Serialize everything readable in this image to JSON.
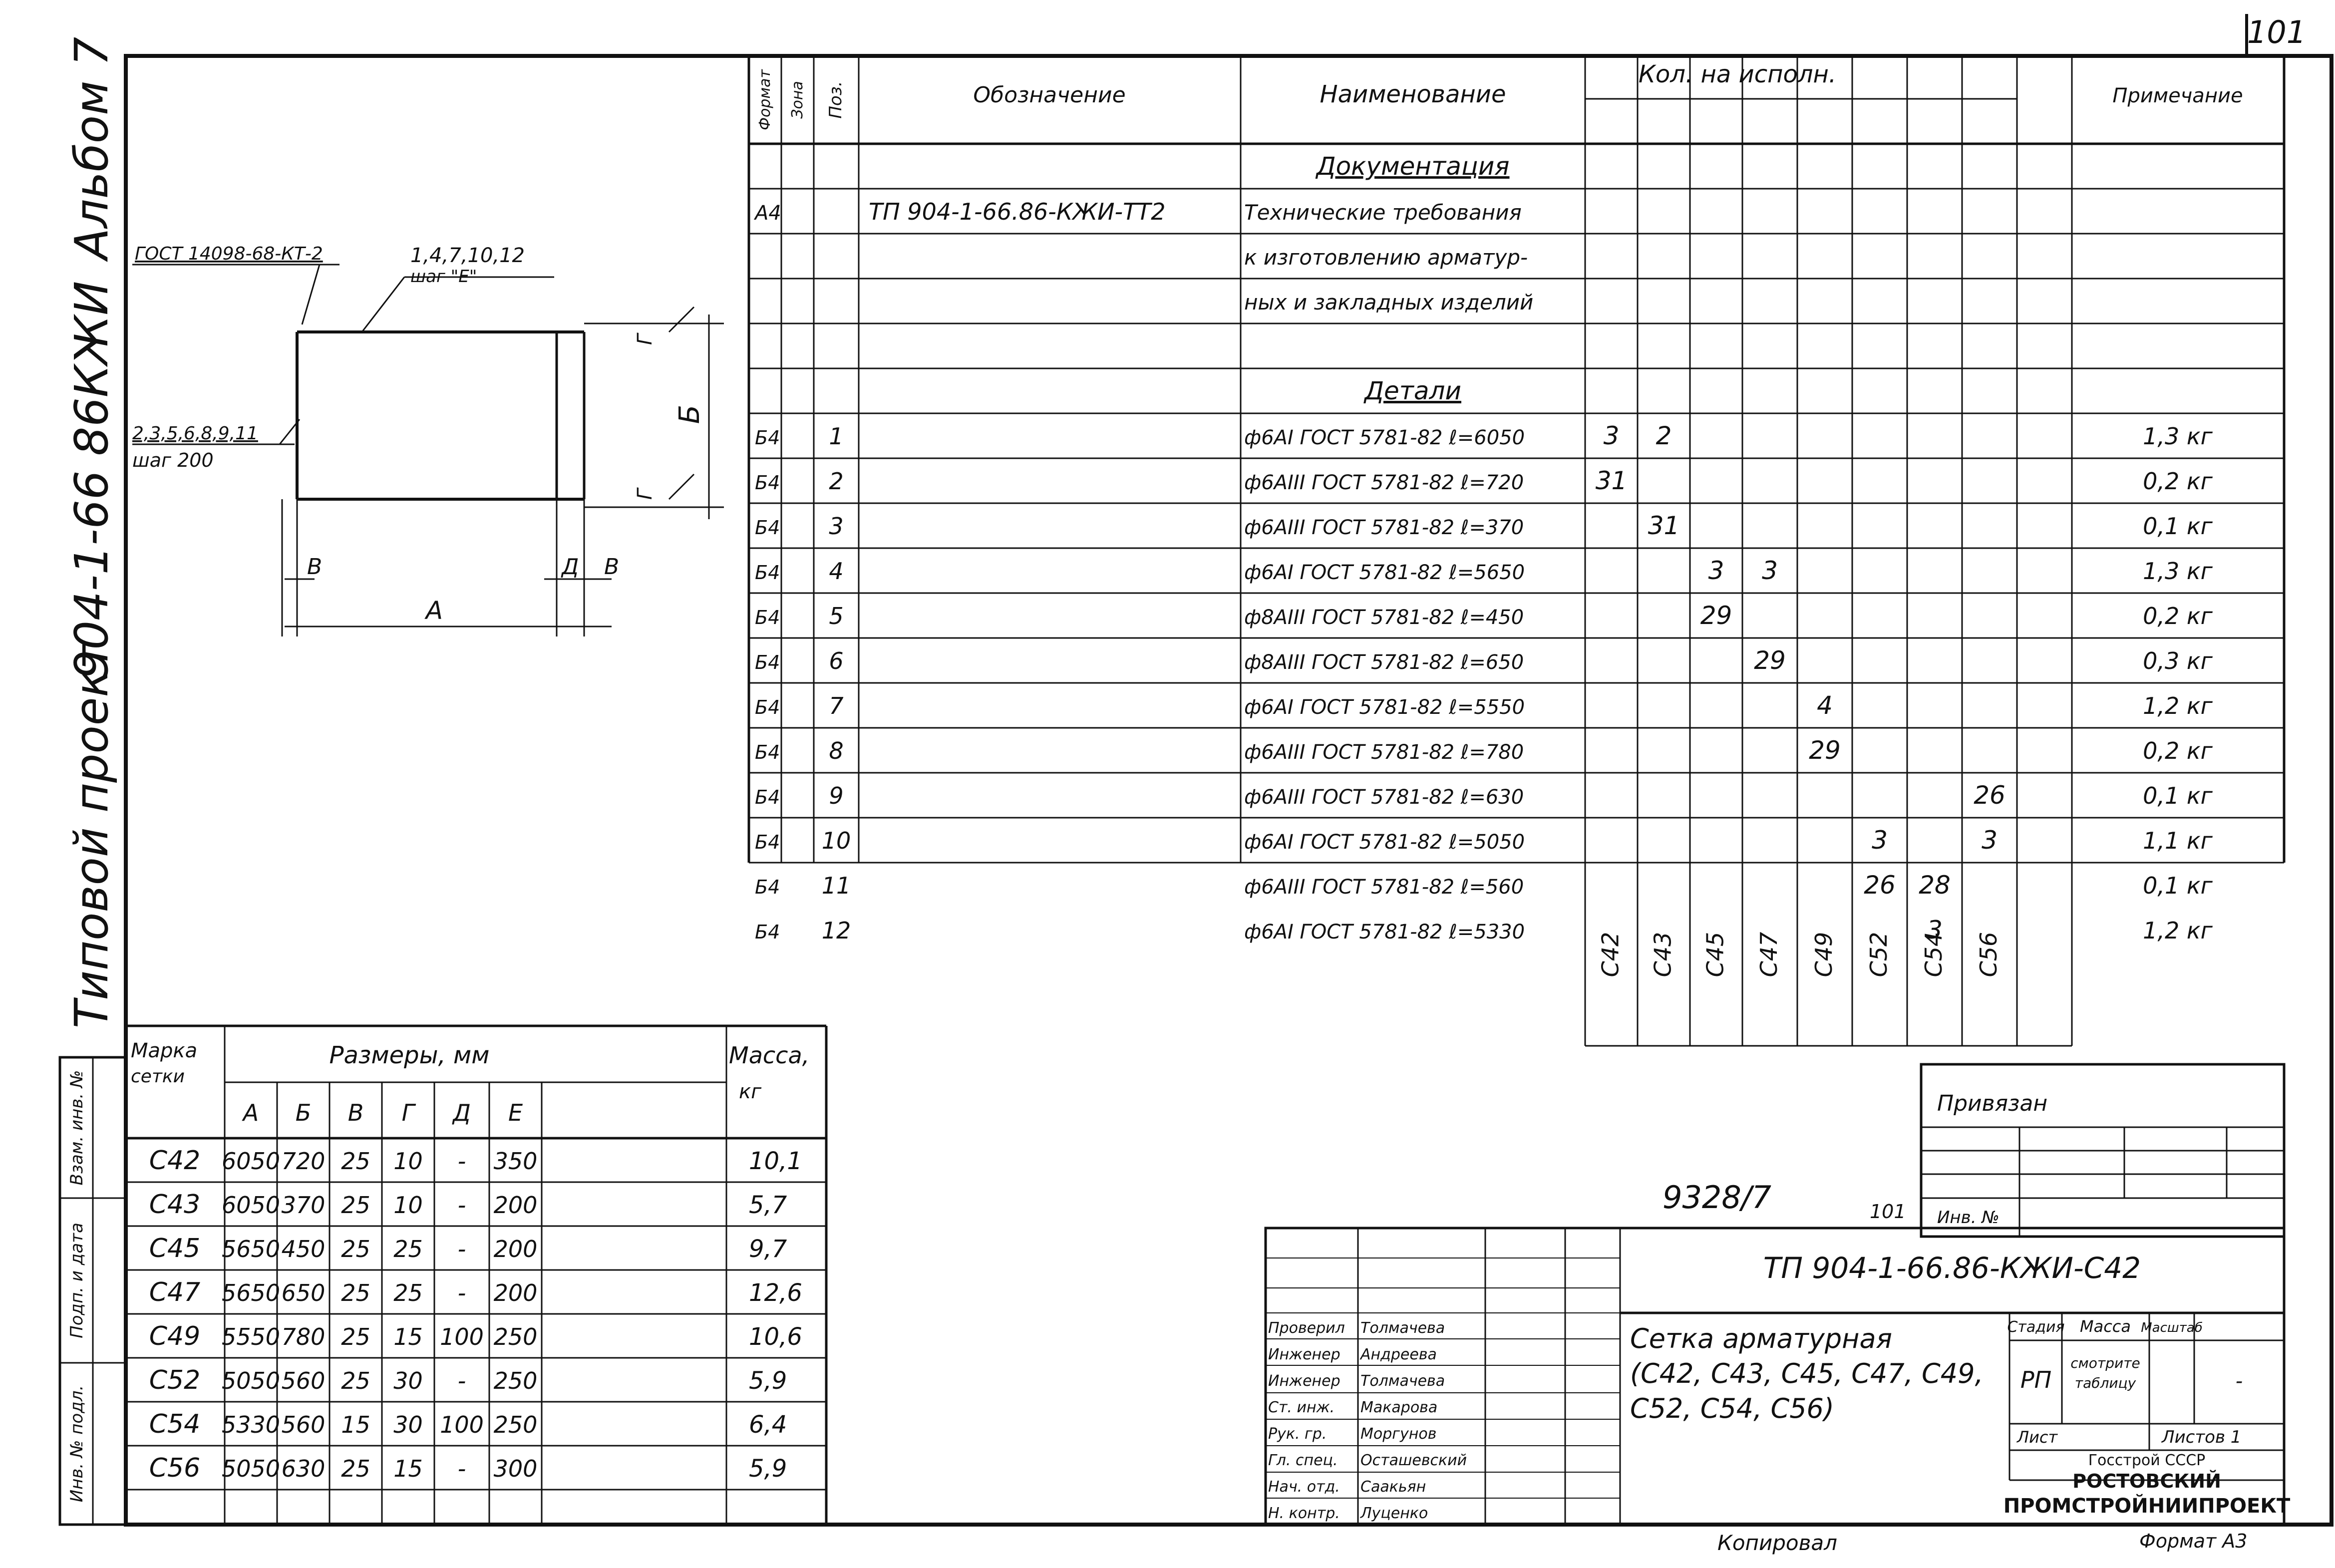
{
  "page_number": "101",
  "side_titles": [
    "Типовой проект",
    "904-1-66 86КЖИ",
    "Альбом 7"
  ],
  "left_strip": [
    "Инв. № подл.",
    "Подп. и дата",
    "Взам. инв. №"
  ],
  "spec": {
    "headers": {
      "format": "Формат",
      "zone": "Зона",
      "pos": "Поз.",
      "designation": "Обозначение",
      "name": "Наименование",
      "qty": "Кол. на исполн.",
      "note": "Примечание"
    },
    "section_documents": "Документация",
    "section_details": "Детали",
    "doc_row": {
      "format": "А4",
      "designation": "ТП 904-1-66.86-КЖИ-ТТ2",
      "name_lines": [
        "Технические требования",
        "к изготовлению арматур-",
        "ных и закладных изделий"
      ]
    },
    "variants": [
      "С42",
      "С43",
      "С45",
      "С47",
      "С49",
      "С52",
      "С54",
      "С56"
    ],
    "rows": [
      {
        "format": "Б4",
        "pos": "1",
        "name": "ф6АI ГОСТ 5781-82 ℓ=6050",
        "qty": [
          "3",
          "2",
          "",
          "",
          "",
          "",
          "",
          ""
        ],
        "note": "1,3 кг"
      },
      {
        "format": "Б4",
        "pos": "2",
        "name": "ф6АIII ГОСТ 5781-82 ℓ=720",
        "qty": [
          "31",
          "",
          "",
          "",
          "",
          "",
          "",
          ""
        ],
        "note": "0,2 кг"
      },
      {
        "format": "Б4",
        "pos": "3",
        "name": "ф6АIII ГОСТ 5781-82 ℓ=370",
        "qty": [
          "",
          "31",
          "",
          "",
          "",
          "",
          "",
          ""
        ],
        "note": "0,1 кг"
      },
      {
        "format": "Б4",
        "pos": "4",
        "name": "ф6АI ГОСТ 5781-82 ℓ=5650",
        "qty": [
          "",
          "",
          "3",
          "3",
          "",
          "",
          "",
          ""
        ],
        "note": "1,3 кг"
      },
      {
        "format": "Б4",
        "pos": "5",
        "name": "ф8АIII ГОСТ 5781-82 ℓ=450",
        "qty": [
          "",
          "",
          "29",
          "",
          "",
          "",
          "",
          ""
        ],
        "note": "0,2 кг"
      },
      {
        "format": "Б4",
        "pos": "6",
        "name": "ф8АIII ГОСТ 5781-82 ℓ=650",
        "qty": [
          "",
          "",
          "",
          "29",
          "",
          "",
          "",
          ""
        ],
        "note": "0,3 кг"
      },
      {
        "format": "Б4",
        "pos": "7",
        "name": "ф6АI ГОСТ 5781-82 ℓ=5550",
        "qty": [
          "",
          "",
          "",
          "",
          "4",
          "",
          "",
          ""
        ],
        "note": "1,2 кг"
      },
      {
        "format": "Б4",
        "pos": "8",
        "name": "ф6АIII ГОСТ 5781-82 ℓ=780",
        "qty": [
          "",
          "",
          "",
          "",
          "29",
          "",
          "",
          ""
        ],
        "note": "0,2 кг"
      },
      {
        "format": "Б4",
        "pos": "9",
        "name": "ф6АIII ГОСТ 5781-82 ℓ=630",
        "qty": [
          "",
          "",
          "",
          "",
          "",
          "",
          "",
          "26"
        ],
        "note": "0,1 кг"
      },
      {
        "format": "Б4",
        "pos": "10",
        "name": "ф6АI ГОСТ 5781-82 ℓ=5050",
        "qty": [
          "",
          "",
          "",
          "",
          "",
          "3",
          "",
          "3"
        ],
        "note": "1,1 кг"
      },
      {
        "format": "Б4",
        "pos": "11",
        "name": "ф6АIII ГОСТ 5781-82 ℓ=560",
        "qty": [
          "",
          "",
          "",
          "",
          "",
          "26",
          "28",
          ""
        ],
        "note": "0,1 кг"
      },
      {
        "format": "Б4",
        "pos": "12",
        "name": "ф6АI ГОСТ 5781-82 ℓ=5330",
        "qty": [
          "",
          "",
          "",
          "",
          "",
          "",
          "3",
          ""
        ],
        "note": "1,2 кг"
      }
    ]
  },
  "drawing": {
    "gost_label": "ГОСТ 14098-68-КТ-2",
    "pos_top": "1,4,7,10,12",
    "step_top": "шаг \"Е\"",
    "pos_left": "2,3,5,6,8,9,11",
    "step_left": "шаг 200",
    "dims": {
      "A": "А",
      "B": "Б",
      "V": "В",
      "G": "Г",
      "D": "Д"
    }
  },
  "sizes": {
    "mark_header": [
      "Марка",
      "сетки"
    ],
    "sizes_header": "Размеры, мм",
    "mass_header": [
      "Масса,",
      "кг"
    ],
    "cols": [
      "А",
      "Б",
      "В",
      "Г",
      "Д",
      "Е"
    ],
    "rows": [
      {
        "mark": "С42",
        "v": [
          "6050",
          "720",
          "25",
          "10",
          "-",
          "350"
        ],
        "mass": "10,1"
      },
      {
        "mark": "С43",
        "v": [
          "6050",
          "370",
          "25",
          "10",
          "-",
          "200"
        ],
        "mass": "5,7"
      },
      {
        "mark": "С45",
        "v": [
          "5650",
          "450",
          "25",
          "25",
          "-",
          "200"
        ],
        "mass": "9,7"
      },
      {
        "mark": "С47",
        "v": [
          "5650",
          "650",
          "25",
          "25",
          "-",
          "200"
        ],
        "mass": "12,6"
      },
      {
        "mark": "С49",
        "v": [
          "5550",
          "780",
          "25",
          "15",
          "100",
          "250"
        ],
        "mass": "10,6"
      },
      {
        "mark": "С52",
        "v": [
          "5050",
          "560",
          "25",
          "30",
          "-",
          "250"
        ],
        "mass": "5,9"
      },
      {
        "mark": "С54",
        "v": [
          "5330",
          "560",
          "15",
          "30",
          "100",
          "250"
        ],
        "mass": "6,4"
      },
      {
        "mark": "С56",
        "v": [
          "5050",
          "630",
          "25",
          "15",
          "-",
          "300"
        ],
        "mass": "5,9"
      }
    ]
  },
  "stamp": {
    "privyazan": "Привязан",
    "inv_no": "Инв. №",
    "order_no": "9328/7",
    "sheet_small": "101",
    "designation": "ТП 904-1-66.86-КЖИ-С42",
    "title_lines": [
      "Сетка арматурная",
      "(С42, С43, С45, С47, С49,",
      "С52, С54, С56)"
    ],
    "stage_header": "Стадия",
    "mass_header": "Масса",
    "scale_header": "Масштаб",
    "stage": "РП",
    "mass_value_lines": [
      "смотрите",
      "таблицу"
    ],
    "scale_value": "-",
    "sheet": "Лист",
    "sheets": "Листов 1",
    "org_lines": [
      "Госстрой СССР",
      "РОСТОВСКИЙ",
      "ПРОМСТРОЙНИИПРОЕКТ"
    ],
    "people": [
      {
        "role": "Проверил",
        "name": "Толмачева"
      },
      {
        "role": "Инженер",
        "name": "Андреева"
      },
      {
        "role": "Инженер",
        "name": "Толмачева"
      },
      {
        "role": "Ст. инж.",
        "name": "Макарова"
      },
      {
        "role": "Рук. гр.",
        "name": "Моргунов"
      },
      {
        "role": "Гл. спец.",
        "name": "Осташевский"
      },
      {
        "role": "Нач. отд.",
        "name": "Саакьян"
      },
      {
        "role": "Н. контр.",
        "name": "Луценко"
      }
    ]
  },
  "footer": {
    "copied": "Копировал",
    "format": "Формат А3"
  }
}
